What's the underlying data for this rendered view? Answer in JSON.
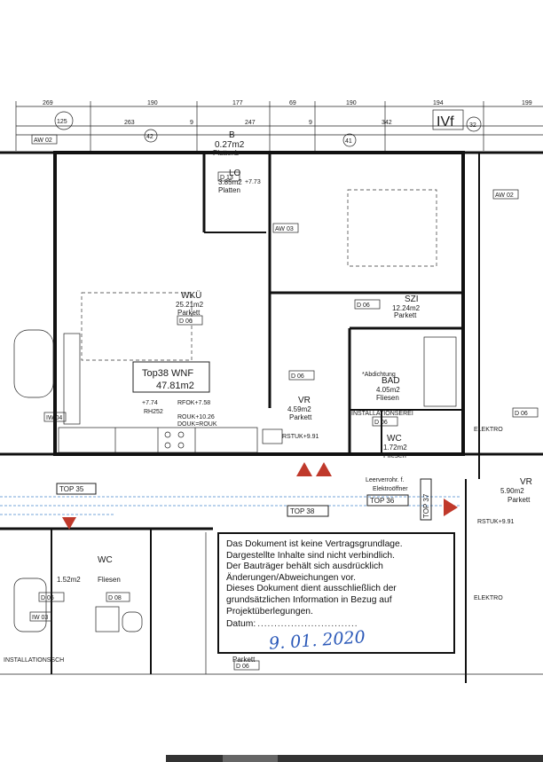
{
  "plan": {
    "top_dimensions_row1": [
      "269",
      "190",
      "177",
      "69",
      "190",
      "194",
      "199"
    ],
    "top_dimensions_row2": [
      "263",
      "9",
      "247",
      "9",
      "342"
    ],
    "axis_marks": [
      "125",
      "IVf",
      "32"
    ],
    "callouts": [
      "42",
      "41"
    ],
    "door_codes": [
      "AW 02",
      "AW 02",
      "AW 03",
      "IW 04",
      "IW 03",
      "D 06",
      "D 06",
      "D 06",
      "D 06",
      "D 06",
      "D 06",
      "D 06",
      "D 13",
      "D 08"
    ],
    "rooms": [
      {
        "name": "B",
        "area": "0.27m2",
        "floor": "Plattenb"
      },
      {
        "name": "LO",
        "area": "3.85m2",
        "floor": "Platten"
      },
      {
        "name": "WKÜ",
        "area": "25.21m2",
        "floor": "Parkett"
      },
      {
        "name": "SZI",
        "area": "12.24m2",
        "floor": "Parkett"
      },
      {
        "name": "VR",
        "area": "4.59m2",
        "floor": "Parkett"
      },
      {
        "name": "BAD",
        "area": "4.05m2",
        "floor": "Fliesen"
      },
      {
        "name": "WC",
        "area": "1.72m2",
        "floor": "Fliesen"
      },
      {
        "name": "WC",
        "area": "1.52m2",
        "floor": "Fliesen"
      },
      {
        "name": "VR",
        "area": "5.90m2",
        "floor": "Parkett"
      }
    ],
    "unit": {
      "name": "Top38 WNF",
      "area": "47.81m2"
    },
    "tops": [
      "TOP 35",
      "TOP 38",
      "TOP 36",
      "TOP 37"
    ],
    "misc_labels": [
      "INSTALLATIONSEREI",
      "INSTALLATIONSSCH",
      "Leerverrohr. f.",
      "Elektroöffner",
      "ELEKTRO",
      "RSTUK+9.91",
      "RSTUK+9.91",
      "*Abdichtung",
      "Parkett",
      "ELEKTRO"
    ],
    "levels": [
      "+7.74",
      "RH252",
      "RFOK+7.58",
      "ROUK+10.26",
      "DOUK=ROUK",
      "+7.73"
    ]
  },
  "notice": {
    "lines": [
      "Das Dokument ist keine Vertragsgrundlage.",
      "Dargestellte Inhalte sind nicht verbindlich.",
      "Der Bauträger behält sich ausdrücklich",
      "Änderungen/Abweichungen vor.",
      "Dieses Dokument dient ausschließlich der",
      "grundsätzlichen Information in Bezug auf",
      "Projektüberlegungen."
    ],
    "datum_label": "Datum:",
    "datum_dots": "..............................",
    "datum_value": "9. 01. 2020"
  }
}
